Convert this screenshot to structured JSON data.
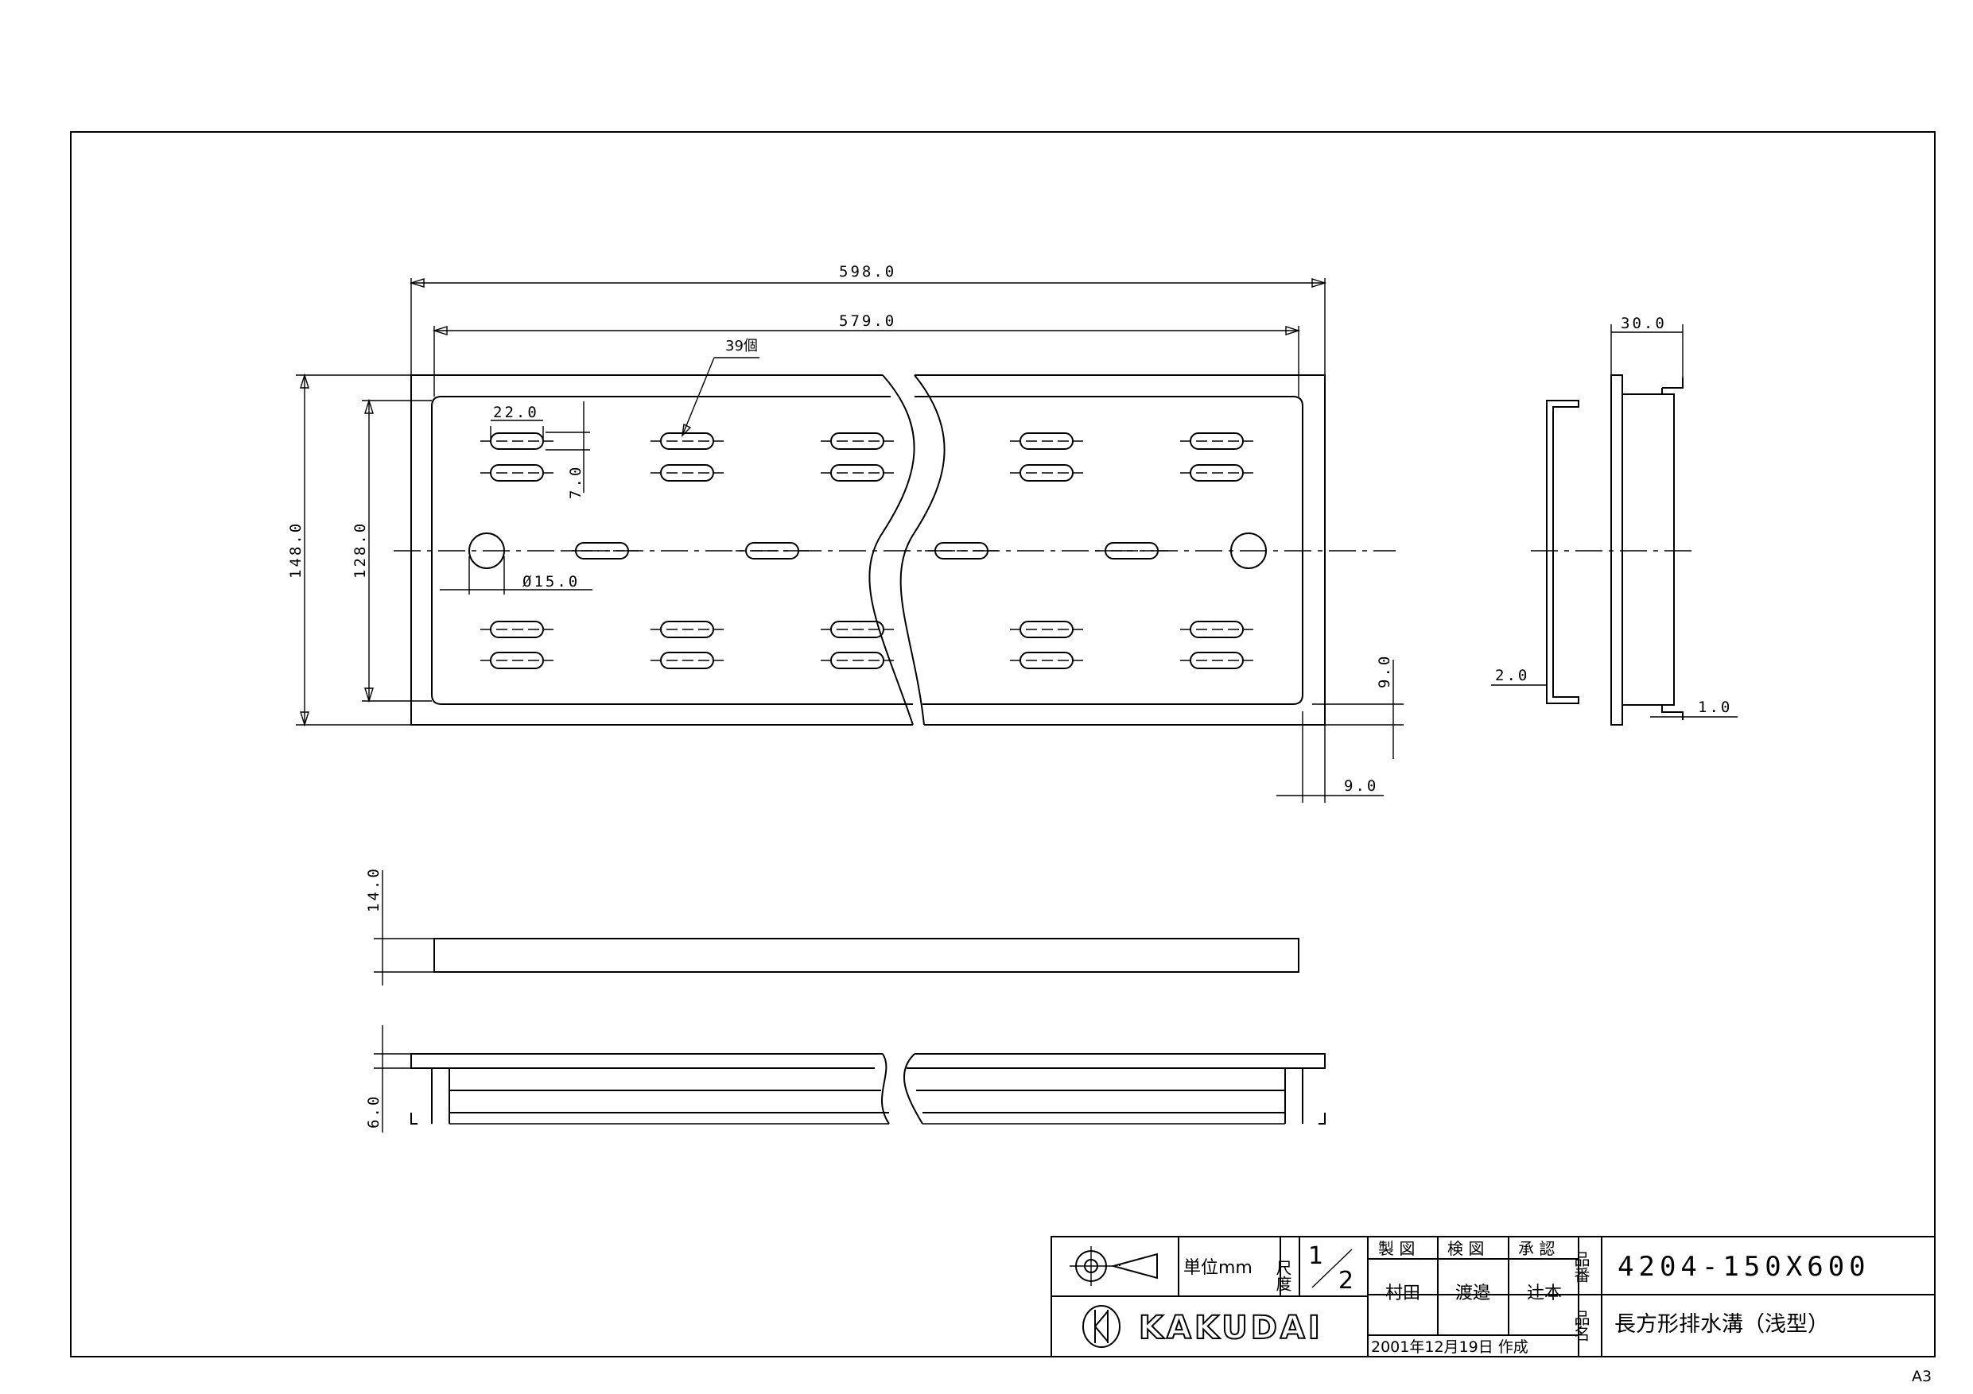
{
  "dimensions": {
    "overall_length": "598.0",
    "inner_length": "579.0",
    "slot_count": "39個",
    "slot_length": "22.0",
    "slot_width": "7.0",
    "hole_diameter": "Ø15.0",
    "overall_width": "148.0",
    "inner_width": "128.0",
    "edge_offset_vertical": "9.0",
    "edge_offset_horizontal": "9.0",
    "side_depth": "30.0",
    "side_thickness": "2.0",
    "lip_thickness": "1.0",
    "plate_thickness": "14.0",
    "rim_height": "6.0"
  },
  "title_block": {
    "unit_label": "単位mm",
    "scale_label": "尺度",
    "scale_numerator": "1",
    "scale_denominator": "2",
    "drawn_label": "製 図",
    "checked_label": "検 図",
    "approved_label": "承 認",
    "drawn_by": "村田",
    "checked_by": "渡邉",
    "approved_by": "辻本",
    "part_no_label": "品番",
    "part_no": "4204-150X600",
    "part_name_label": "品名",
    "part_name": "長方形排水溝（浅型）",
    "brand": "KAKUDAI",
    "date_created": "2001年12月19日 作成"
  },
  "sheet_size": "A3"
}
